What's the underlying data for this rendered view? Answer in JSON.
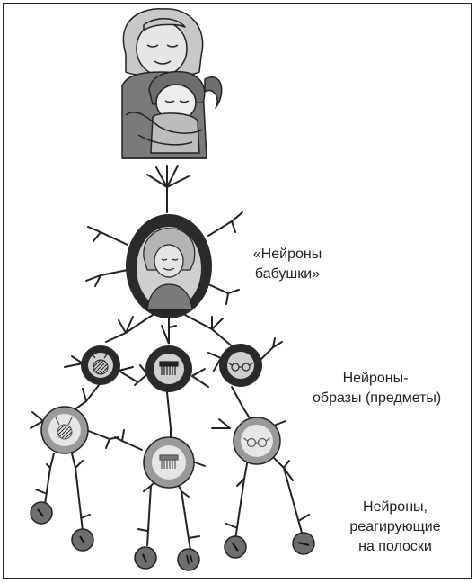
{
  "labels": {
    "grandmother_neurons": [
      "«Нейроны",
      "бабушки»"
    ],
    "object_neurons": [
      "Нейроны-",
      "образы (предметы)"
    ],
    "stripe_neurons": [
      "Нейроны,",
      "реагирующие",
      "на полоски"
    ]
  },
  "icons": {
    "top_picture": "grandmother-hugging-girl",
    "grandmother_cell": "grandmother-face",
    "object_cells": [
      "yarn-ball-icon",
      "comb-icon",
      "glasses-icon"
    ],
    "stripe_cells": [
      "diagonal-stripe",
      "diagonal-stripe",
      "diagonal-stripe",
      "vertical-stripe",
      "diagonal-stripe",
      "horizontal-stripe"
    ]
  }
}
